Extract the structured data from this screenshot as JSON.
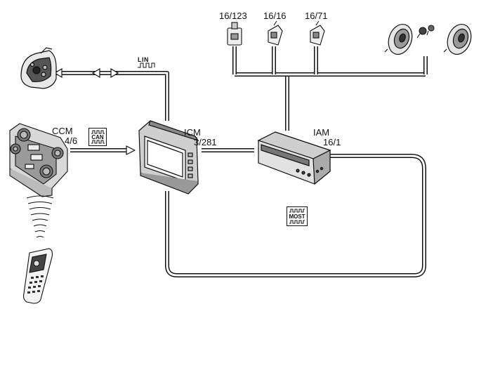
{
  "nodes": {
    "ccm": {
      "name": "CCM",
      "code": "4/6"
    },
    "icm": {
      "name": "ICM",
      "code": "3/281"
    },
    "iam": {
      "name": "IAM",
      "code": "16/1"
    },
    "aux1": {
      "code": "16/123"
    },
    "aux2": {
      "code": "16/16"
    },
    "aux3": {
      "code": "16/71"
    }
  },
  "buses": {
    "lin": "LIN",
    "can": "CAN",
    "most": "MOST"
  },
  "colors": {
    "line": "#111111",
    "wire_fill": "#ffffff"
  }
}
